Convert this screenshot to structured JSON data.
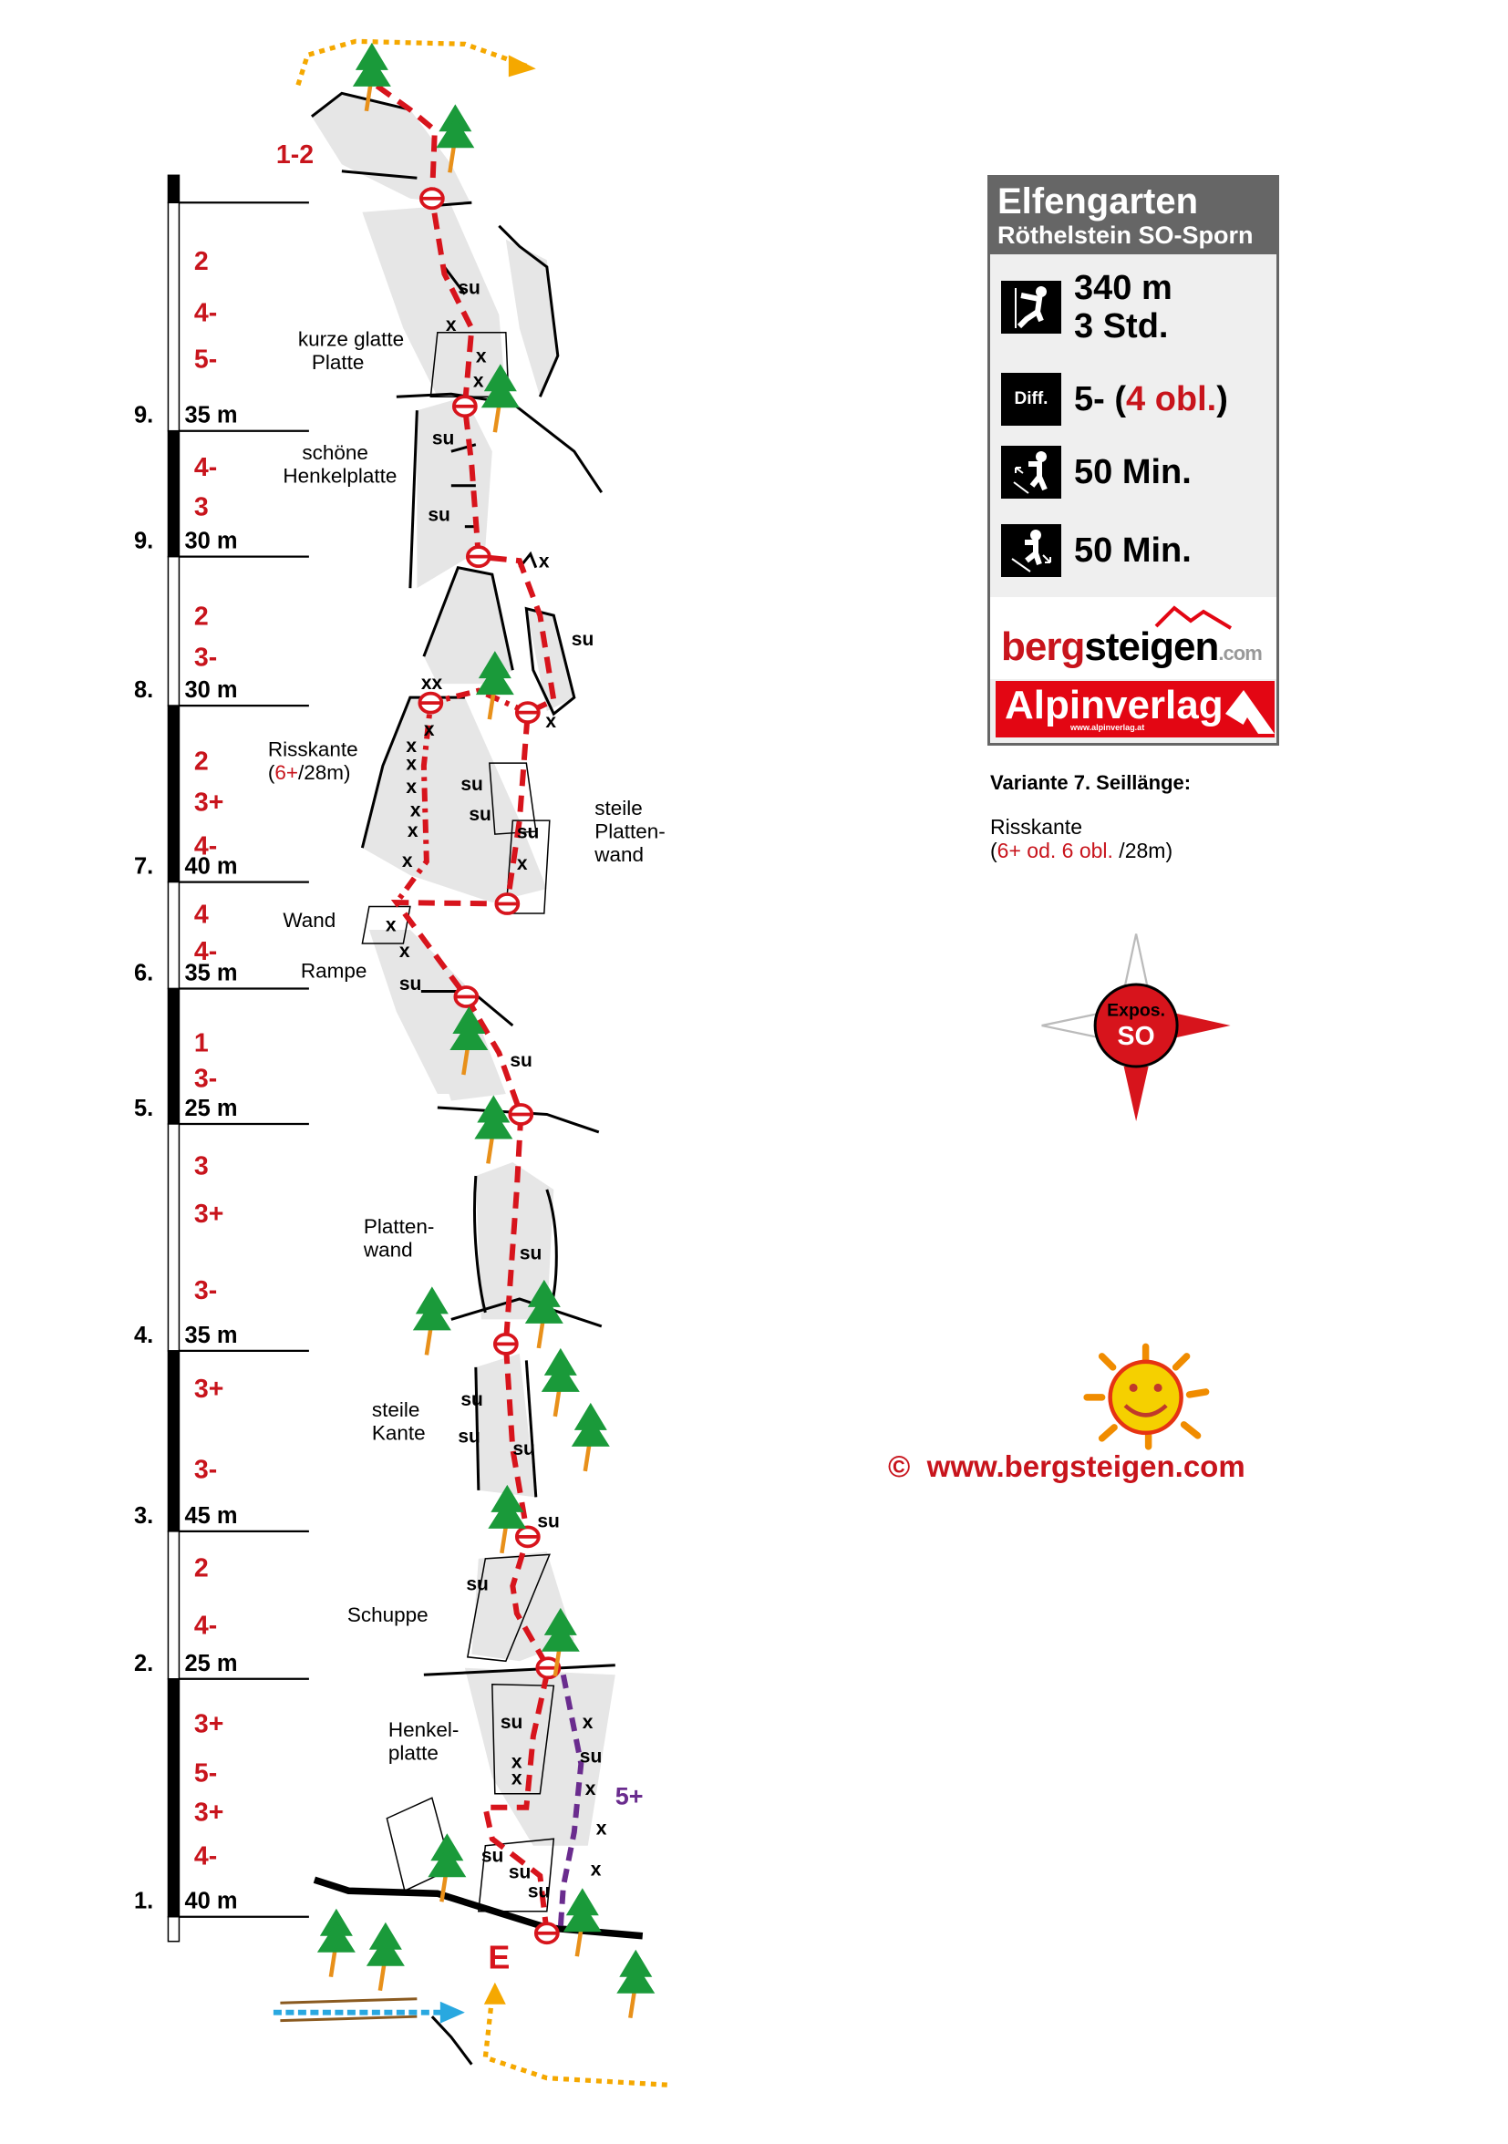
{
  "topo": {
    "top_grade": "1-2",
    "pitches": [
      {
        "number": "9.",
        "length": "35 m",
        "grades": [
          "2",
          "4-",
          "5-"
        ]
      },
      {
        "number": "9.",
        "length": "30 m",
        "grades": [
          "4-",
          "3"
        ]
      },
      {
        "number": "8.",
        "length": "30 m",
        "grades": [
          "2",
          "3-"
        ]
      },
      {
        "number": "7.",
        "length": "40 m",
        "grades": [
          "2",
          "3+",
          "4-"
        ]
      },
      {
        "number": "6.",
        "length": "35 m",
        "grades": [
          "4",
          "4-"
        ]
      },
      {
        "number": "5.",
        "length": "25 m",
        "grades": [
          "1",
          "3-"
        ]
      },
      {
        "number": "4.",
        "length": "35 m",
        "grades": [
          "3",
          "3+",
          "3-"
        ]
      },
      {
        "number": "3.",
        "length": "45 m",
        "grades": [
          "3+",
          "3-"
        ]
      },
      {
        "number": "2.",
        "length": "25 m",
        "grades": [
          "2",
          "4-"
        ]
      },
      {
        "number": "1.",
        "length": "40 m",
        "grades": [
          "3+",
          "5-",
          "3+",
          "4-"
        ]
      }
    ],
    "features": {
      "kurze_glatte_platte": [
        "kurze glatte",
        "Platte"
      ],
      "schoene_henkelplatte": [
        "schöne",
        "Henkelplatte"
      ],
      "risskante": [
        "Risskante",
        "(",
        "6+",
        "/28m)"
      ],
      "steile_plattenwand": [
        "steile",
        "Platten-",
        "wand"
      ],
      "wand": "Wand",
      "rampe": "Rampe",
      "plattenwand": [
        "Platten-",
        "wand"
      ],
      "steile_kante": [
        "steile",
        "Kante"
      ],
      "schuppe": "Schuppe",
      "henkelplatte": [
        "Henkel-",
        "platte"
      ]
    },
    "variant_grade": "5+",
    "entry_label": "E",
    "marks": {
      "sloper": "su",
      "bolt": "x",
      "double_bolt": "xx"
    }
  },
  "infobox": {
    "title": "Elfengarten",
    "subtitle": "Röthelstein SO-Sporn",
    "height": "340 m",
    "duration": "3 Std.",
    "diff_label": "Diff.",
    "difficulty_main": "5- (",
    "difficulty_obl": "4 obl.",
    "difficulty_close": ")",
    "approach": "50 Min.",
    "descent": "50 Min.",
    "logo_bergsteigen": {
      "red": "berg",
      "black": "steigen",
      "suffix": ".com"
    },
    "logo_alpinverlag": {
      "name": "Alpinverlag",
      "url": "www.alpinverlag.at"
    }
  },
  "variant": {
    "heading": "Variante 7. Seillänge:",
    "name": "Risskante",
    "grade_open": "(",
    "grade": "6+ od. 6 obl.",
    "grade_rest": " /28m)"
  },
  "compass": {
    "label": "Expos.",
    "direction": "SO"
  },
  "footer": {
    "copyright": "©",
    "url": "www.bergsteigen.com"
  },
  "colors": {
    "route": "#d7141c",
    "variant": "#6a2c8e",
    "grade": "#c8141c",
    "approach": "#f5a800",
    "water": "#29a8e0",
    "tree": "#1a9a3a"
  }
}
